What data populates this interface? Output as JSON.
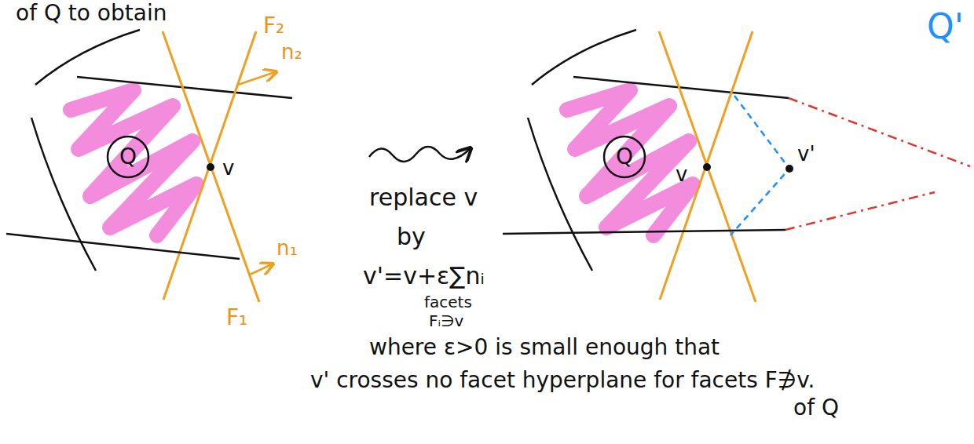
{
  "diagram": {
    "labels": [
      "of Q to obtain",
      "Q",
      "v",
      "F₂",
      "n₂",
      "n₁",
      "F₁",
      "replace v",
      "by",
      "v'=v+ε∑nᵢ",
      "facets",
      "Fᵢ∋v",
      "where ε>0 is small enough that",
      "v' crosses no facet hyperplane for facets F∌v.",
      "of Q",
      "Q'",
      "Q",
      "v",
      "v'"
    ]
  }
}
